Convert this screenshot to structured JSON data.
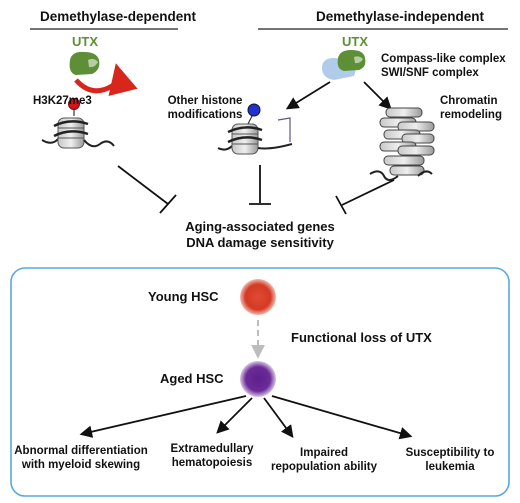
{
  "headers": {
    "left": "Demethylase-dependent",
    "right": "Demethylase-independent"
  },
  "left_panel": {
    "protein": "UTX",
    "mark": "H3K27me3"
  },
  "right_panel": {
    "protein": "UTX",
    "complex_line1": "Compass-like complex",
    "complex_line2": "SWI/SNF complex",
    "other_line1": "Other histone",
    "other_line2": "modifications",
    "chromatin_line1": "Chromatin",
    "chromatin_line2": "remodeling"
  },
  "target": {
    "line1": "Aging-associated genes",
    "line2": "DNA damage sensitivity"
  },
  "hsc": {
    "young": "Young HSC",
    "aged": "Aged HSC",
    "loss": "Functional loss of UTX"
  },
  "outcomes": [
    {
      "line1": "Abnormal differentiation",
      "line2": "with myeloid skewing"
    },
    {
      "line1": "Extramedullary",
      "line2": "hematopoiesis"
    },
    {
      "line1": "Impaired",
      "line2": "repopulation ability"
    },
    {
      "line1": "Susceptibility to",
      "line2": "leukemia"
    }
  ],
  "colors": {
    "utx_green": "#5d8f36",
    "complex_blue": "#a9c7e8",
    "arrow_red": "#d9261c",
    "methyl_red": "#d4151b",
    "modification_blue": "#2233cc",
    "young_cell": "#d8402a",
    "aged_cell": "#6a2a95",
    "box_border": "#5aa8dc"
  }
}
